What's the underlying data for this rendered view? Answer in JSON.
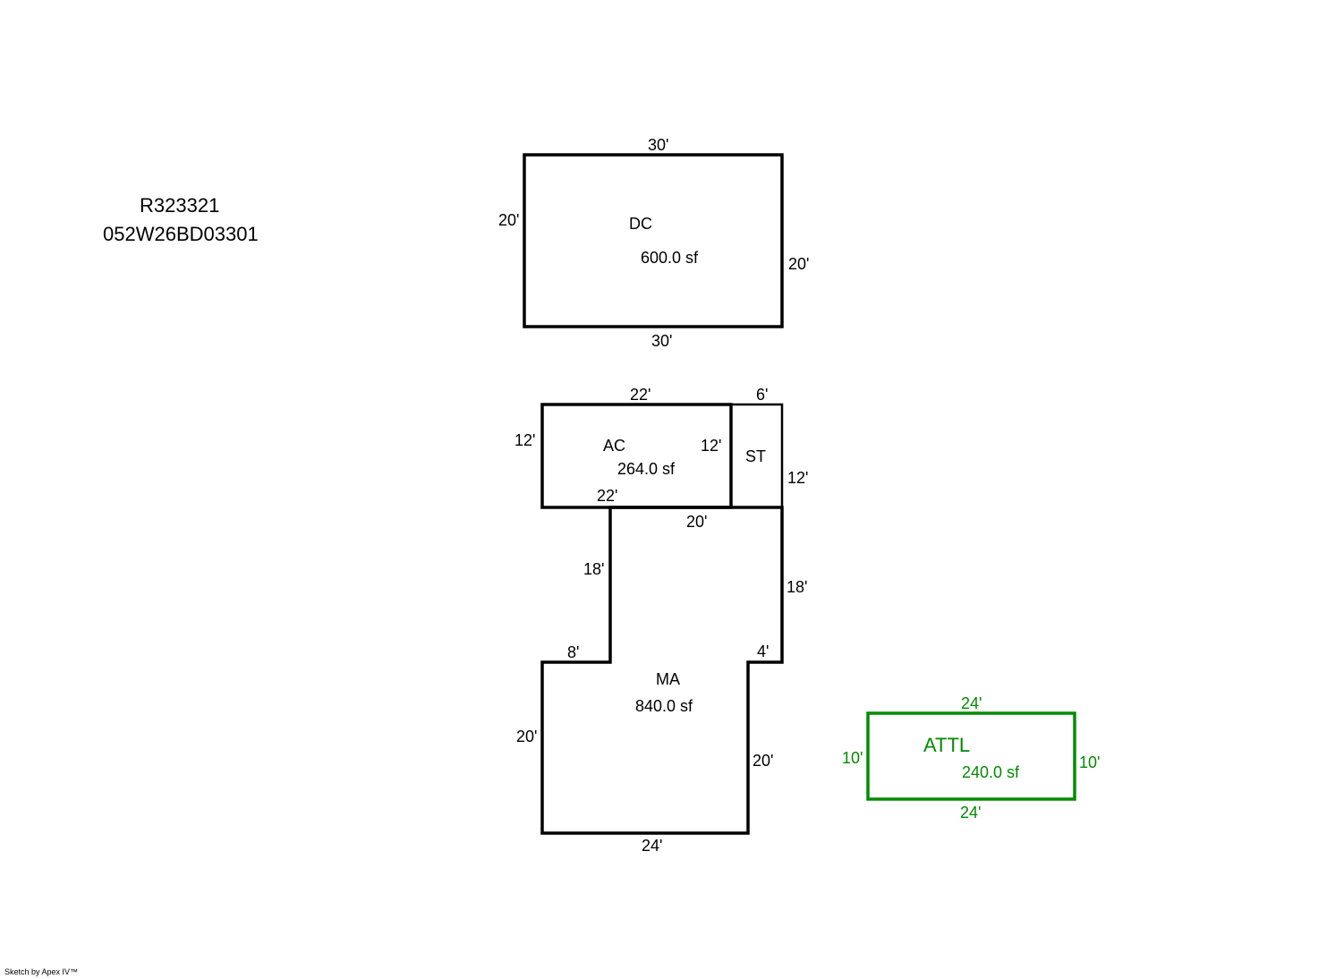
{
  "header": {
    "account": "R323321",
    "parcel": "052W26BD03301"
  },
  "areas": {
    "dc": {
      "code": "DC",
      "area": "600.0 sf",
      "dims": {
        "top": "30'",
        "bottom": "30'",
        "left": "20'",
        "right": "20'"
      }
    },
    "ac": {
      "code": "AC",
      "area": "264.0 sf",
      "dims": {
        "top": "22'",
        "bottom": "22'",
        "left": "12'",
        "right": "12'"
      }
    },
    "st": {
      "code": "ST",
      "dims": {
        "top": "6'",
        "right": "12'"
      }
    },
    "ma": {
      "code": "MA",
      "area": "840.0 sf",
      "dims": {
        "top": "20'",
        "right_upper": "18'",
        "left_upper": "18'",
        "step_left": "8'",
        "step_right": "4'",
        "left_lower": "20'",
        "right_lower": "20'",
        "bottom": "24'"
      }
    },
    "attl": {
      "code": "ATTL",
      "area": "240.0 sf",
      "dims": {
        "top": "24'",
        "bottom": "24'",
        "left": "10'",
        "right": "10'"
      }
    }
  },
  "colors": {
    "outline": "#000000",
    "attl": "#008c00"
  },
  "footer": {
    "credit": "Sketch by Apex IV™"
  }
}
